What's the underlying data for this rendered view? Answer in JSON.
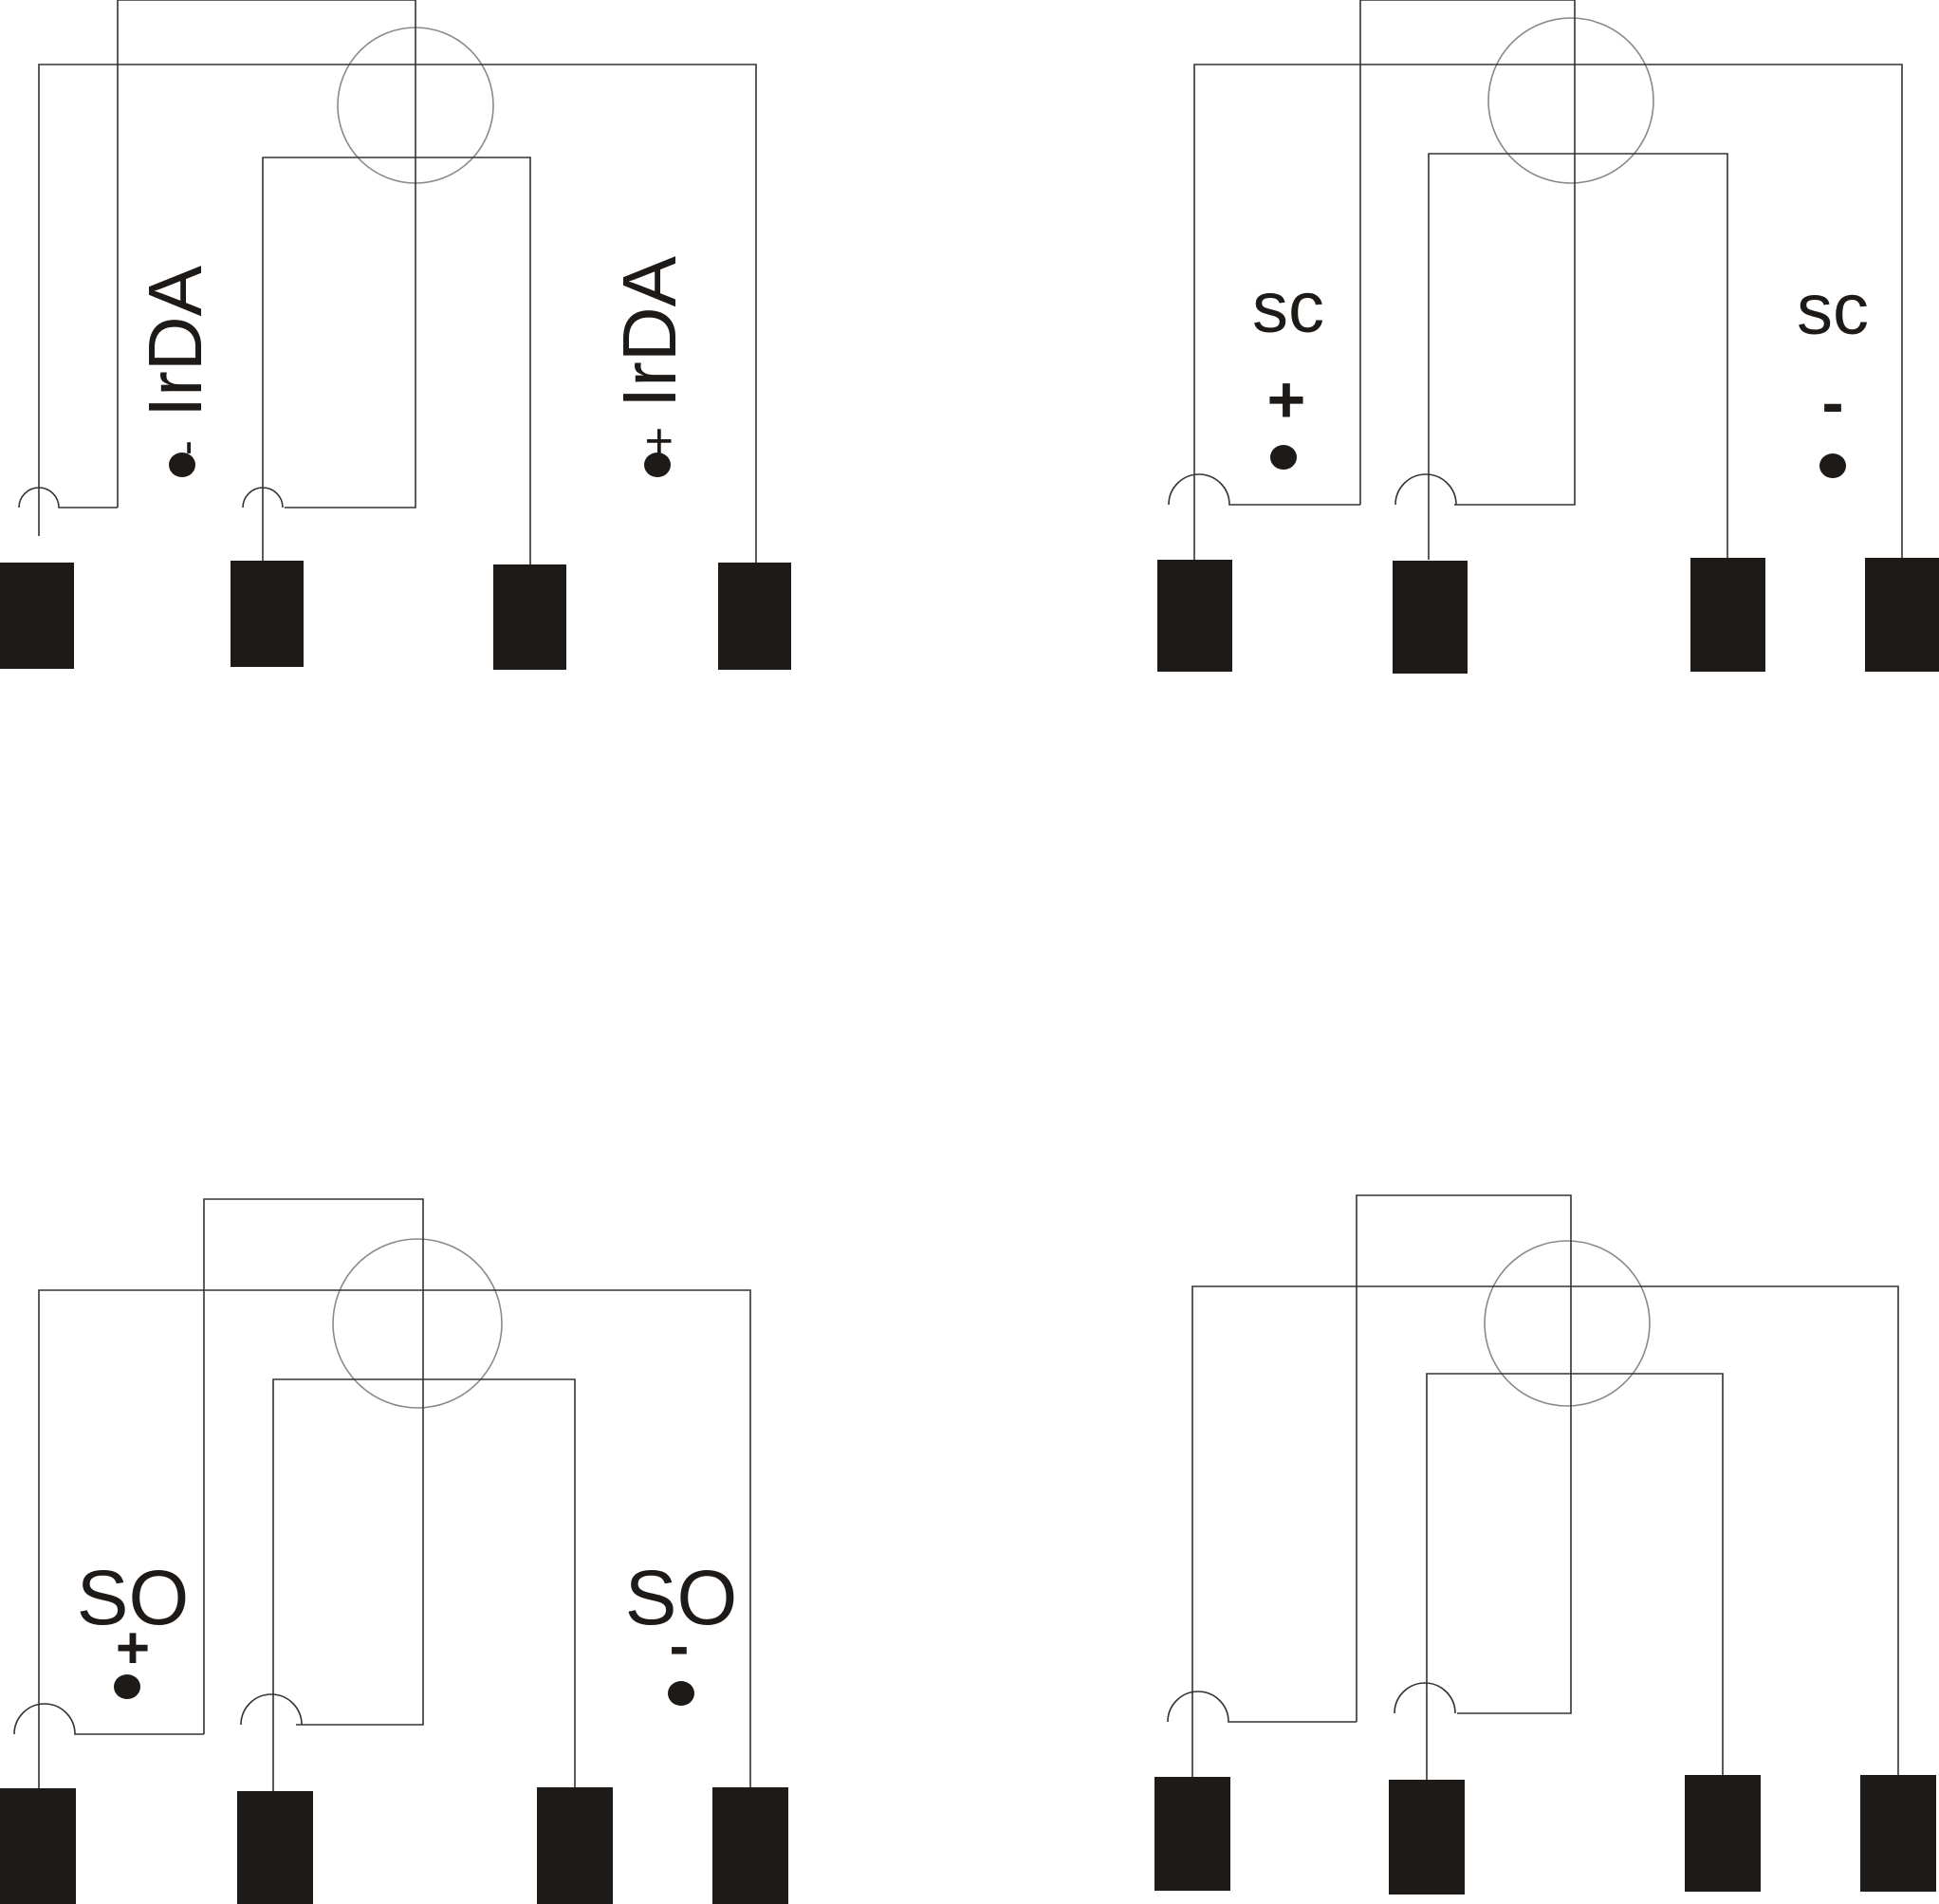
{
  "panels": [
    {
      "id": "irda",
      "labels": {
        "left_sign": "-",
        "left_name": "IrDA",
        "right_sign": "+",
        "right_name": "IrDA"
      }
    },
    {
      "id": "sc",
      "labels": {
        "left_name": "sc",
        "left_sign": "+",
        "right_name": "sc",
        "right_sign": "-"
      }
    },
    {
      "id": "so",
      "labels": {
        "left_name": "SO",
        "left_sign": "+",
        "right_name": "SO",
        "right_sign": "-"
      }
    },
    {
      "id": "unlabeled",
      "labels": {}
    }
  ],
  "colors": {
    "pad": "#1d1a17",
    "wire": "#333333",
    "ring": "#8a8a8a"
  }
}
